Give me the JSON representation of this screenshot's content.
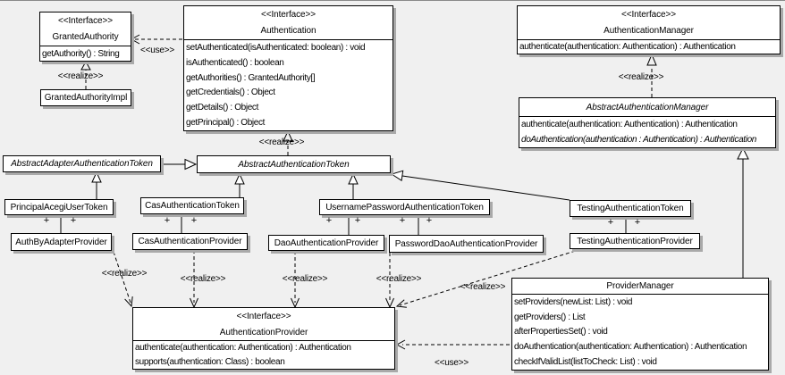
{
  "colors": {
    "background": "#f0f0f0",
    "box_fill": "#ffffff",
    "line": "#000000",
    "shadow": "#a9a9a9"
  },
  "stereotypes": {
    "interface": "<<Interface>>",
    "realize": "<<realize>>",
    "use": "<<use>>"
  },
  "plus": "+",
  "classes": {
    "granted_authority": {
      "stereotype": "<<Interface>>",
      "name": "GrantedAuthority",
      "methods": [
        "getAuthority() : String"
      ]
    },
    "granted_authority_impl": {
      "name": "GrantedAuthorityImpl"
    },
    "authentication": {
      "stereotype": "<<Interface>>",
      "name": "Authentication",
      "methods": [
        "setAuthenticated(isAuthenticated: boolean) : void",
        "isAuthenticated() : boolean",
        "getAuthorities() : GrantedAuthority[]",
        "getCredentials() : Object",
        "getDetails() : Object",
        "getPrincipal() : Object"
      ]
    },
    "authentication_manager": {
      "stereotype": "<<Interface>>",
      "name": "AuthenticationManager",
      "methods": [
        "authenticate(authentication: Authentication) : Authentication"
      ]
    },
    "abstract_authentication_manager": {
      "name": "AbstractAuthenticationManager",
      "methods": [
        "authenticate(authentication: Authentication) : Authentication",
        "doAuthentication(authentication : Authentication) : Authentication"
      ]
    },
    "abstract_adapter_authentication_token": {
      "name": "AbstractAdapterAuthenticationToken"
    },
    "abstract_authentication_token": {
      "name": "AbstractAuthenticationToken"
    },
    "principal_acegi_user_token": {
      "name": "PrincipalAcegiUserToken"
    },
    "cas_authentication_token": {
      "name": "CasAuthenticationToken"
    },
    "username_password_authentication_token": {
      "name": "UsernamePasswordAuthenticationToken"
    },
    "testing_authentication_token": {
      "name": "TestingAuthenticationToken"
    },
    "auth_by_adapter_provider": {
      "name": "AuthByAdapterProvider"
    },
    "cas_authentication_provider": {
      "name": "CasAuthenticationProvider"
    },
    "dao_authentication_provider": {
      "name": "DaoAuthenticationProvider"
    },
    "password_dao_authentication_provider": {
      "name": "PasswordDaoAuthenticationProvider"
    },
    "testing_authentication_provider": {
      "name": "TestingAuthenticationProvider"
    },
    "authentication_provider": {
      "stereotype": "<<Interface>>",
      "name": "AuthenticationProvider",
      "methods": [
        "authenticate(authentication: Authentication) : Authentication",
        "supports(authentication: Class) : boolean"
      ]
    },
    "provider_manager": {
      "name": "ProviderManager",
      "methods": [
        "setProviders(newList: List) : void",
        "getProviders() : List",
        "afterPropertiesSet() : void",
        "doAuthentication(authentication: Authentication) : Authentication",
        "checkIfValidList(listToCheck: List) : void"
      ]
    }
  }
}
